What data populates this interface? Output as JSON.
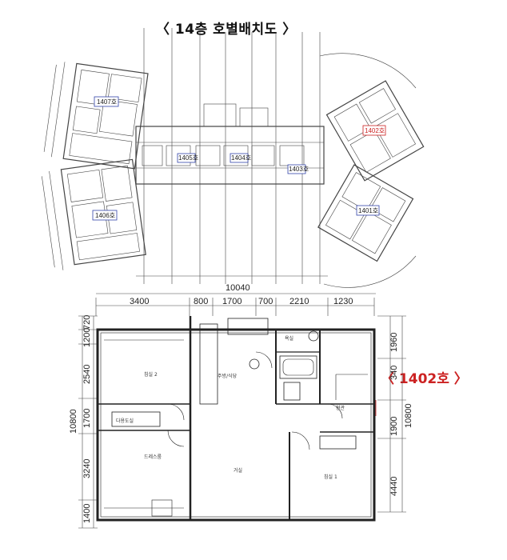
{
  "title": "〈 14층 호별배치도 〉",
  "unit_label": "〈 1402호 〉",
  "site_units": [
    "1407호",
    "1406호",
    "1405호",
    "1404호",
    "1403호",
    "1402호",
    "1401호"
  ],
  "colors": {
    "line": "#333333",
    "highlight": "#cc2222",
    "box": "#3344aa"
  },
  "floorplan": {
    "top_dims": [
      "3400",
      "800",
      "1700",
      "700",
      "2210",
      "1230"
    ],
    "total_width": "10040",
    "left_dims": [
      "1200",
      "720",
      "2540",
      "1700",
      "3240",
      "1400"
    ],
    "left_total": "10800",
    "right_dims": [
      "1960",
      "340",
      "1900",
      "4440"
    ],
    "right_total": "10800",
    "rooms": {
      "bedroom2": "침실 2",
      "bedroom1": "침실 1",
      "kitchen": "주방/식당",
      "living": "거실",
      "dressroom": "드레스룸",
      "bath": "욕실",
      "entrance": "현관",
      "utility": "다용도실"
    }
  }
}
